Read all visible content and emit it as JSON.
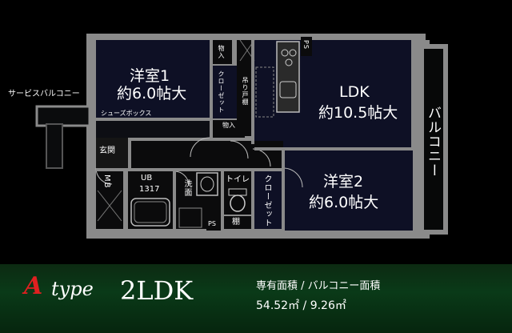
{
  "rooms": {
    "western1": {
      "name": "洋室1",
      "size": "約6.0帖大"
    },
    "ldk": {
      "name": "LDK",
      "size": "約10.5帖大"
    },
    "western2": {
      "name": "洋室2",
      "size": "約6.0帖大"
    }
  },
  "labels": {
    "service_balcony": "サービスバルコニー",
    "balcony": "バルコニー",
    "shoes_box": "シューズボックス",
    "entrance": "玄関",
    "mb": "MB",
    "ub": "UB",
    "ub_size": "1317",
    "washroom": "洗面",
    "toilet": "トイレ",
    "closet1": "クローゼット",
    "closet2": "クローゼット",
    "storage1": "物入",
    "storage2": "物入",
    "hanging_shelf": "吊り戸棚",
    "ps1": "PS",
    "ps2": "PS",
    "shelf": "棚"
  },
  "footer": {
    "type_letter": "A",
    "type_word": "type",
    "plan_type": "2LDK",
    "area_title": "専有面積 / バルコニー面積",
    "area_values": "54.52㎡ / 9.26㎡"
  },
  "colors": {
    "room_fill": "#0e1025",
    "wall": "#8a8a8a",
    "footer_bg": "#0a3a18",
    "accent_red": "#e02020"
  }
}
